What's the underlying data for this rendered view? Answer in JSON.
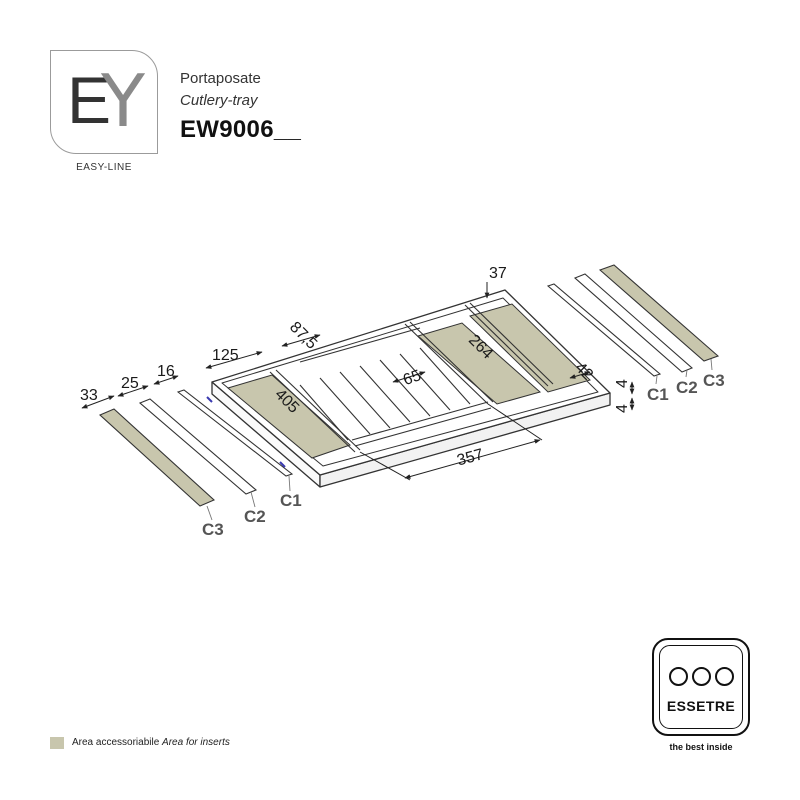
{
  "brand": {
    "logo_letters": "EY",
    "line_name": "EASY-LINE"
  },
  "product": {
    "name_it": "Portaposate",
    "name_en": "Cutlery-tray",
    "code": "EW9006__"
  },
  "dimensions": {
    "d33": "33",
    "d25": "25",
    "d16": "16",
    "d125": "125",
    "d87_5": "87,5",
    "d37": "37",
    "d405": "405",
    "d65": "65",
    "d264": "264",
    "d42": "42",
    "d357": "357",
    "d4a": "4",
    "d4b": "4"
  },
  "parts": {
    "left": [
      "C3",
      "C2",
      "C1"
    ],
    "right": [
      "C1",
      "C2",
      "C3"
    ]
  },
  "legend": {
    "label_it": "Area accessoriabile",
    "label_en": "Area for inserts"
  },
  "manufacturer": {
    "name": "ESSETRE",
    "tagline": "the best inside"
  },
  "colors": {
    "insert_area": "#c8c6ad",
    "line": "#333333"
  }
}
